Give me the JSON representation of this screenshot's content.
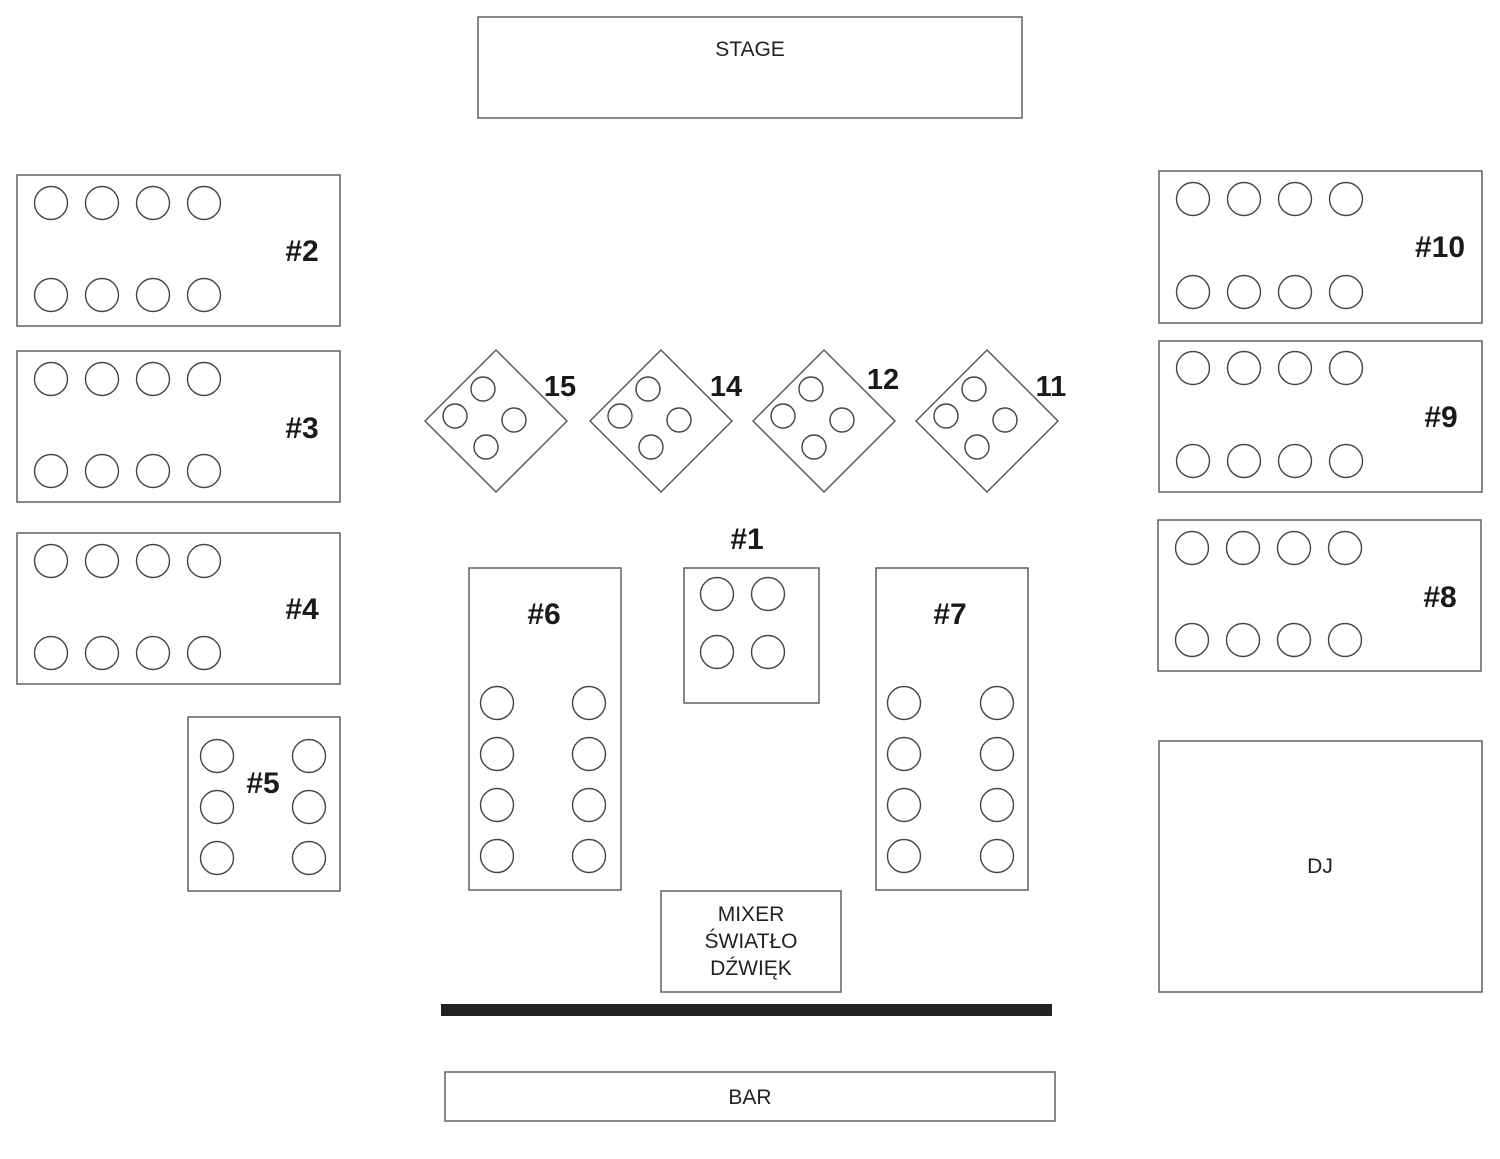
{
  "title": "Floor plan",
  "areas": {
    "stage": "STAGE",
    "dj": "DJ",
    "bar": "BAR",
    "mixer": [
      "MIXER",
      "ŚWIATŁO",
      "DŹWIĘK"
    ]
  },
  "tables": {
    "t1": {
      "label": "#1",
      "seats": 4
    },
    "t2": {
      "label": "#2",
      "seats": 8
    },
    "t3": {
      "label": "#3",
      "seats": 8
    },
    "t4": {
      "label": "#4",
      "seats": 8
    },
    "t5": {
      "label": "#5",
      "seats": 6
    },
    "t6": {
      "label": "#6",
      "seats": 8
    },
    "t7": {
      "label": "#7",
      "seats": 8
    },
    "t8": {
      "label": "#8",
      "seats": 8
    },
    "t9": {
      "label": "#9",
      "seats": 8
    },
    "t10": {
      "label": "#10",
      "seats": 8
    },
    "t11": {
      "label": "11",
      "seats": 4
    },
    "t12": {
      "label": "12",
      "seats": 4
    },
    "t14": {
      "label": "14",
      "seats": 4
    },
    "t15": {
      "label": "15",
      "seats": 4
    }
  },
  "colors": {
    "outline": "#555555",
    "text": "#1a1a1a",
    "divider": "#222222"
  }
}
